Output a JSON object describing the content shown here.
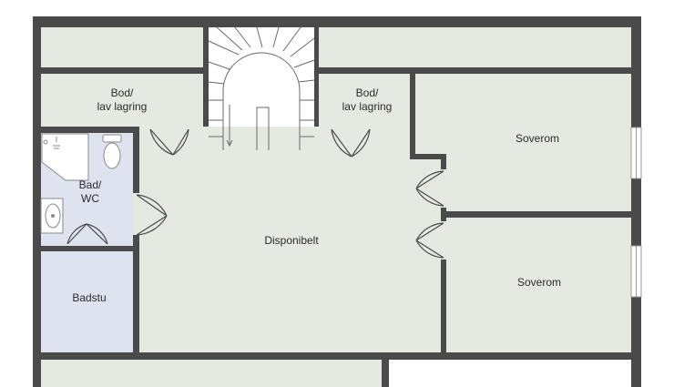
{
  "rooms": {
    "bod_left": {
      "line1": "Bod/",
      "line2": "lav lagring"
    },
    "bod_right": {
      "line1": "Bod/",
      "line2": "lav lagring"
    },
    "bad": {
      "line1": "Bad/",
      "line2": "WC"
    },
    "badstu": {
      "label": "Badstu"
    },
    "disponibelt": {
      "label": "Disponibelt"
    },
    "soverom_top": {
      "label": "Soverom"
    },
    "soverom_bottom": {
      "label": "Soverom"
    }
  },
  "colors": {
    "wall": "#4a4a4a",
    "floor": "#e6e8e2",
    "wet_area": "#dfe3ef",
    "window": "#ffffff",
    "fixture": "#ffffff"
  }
}
